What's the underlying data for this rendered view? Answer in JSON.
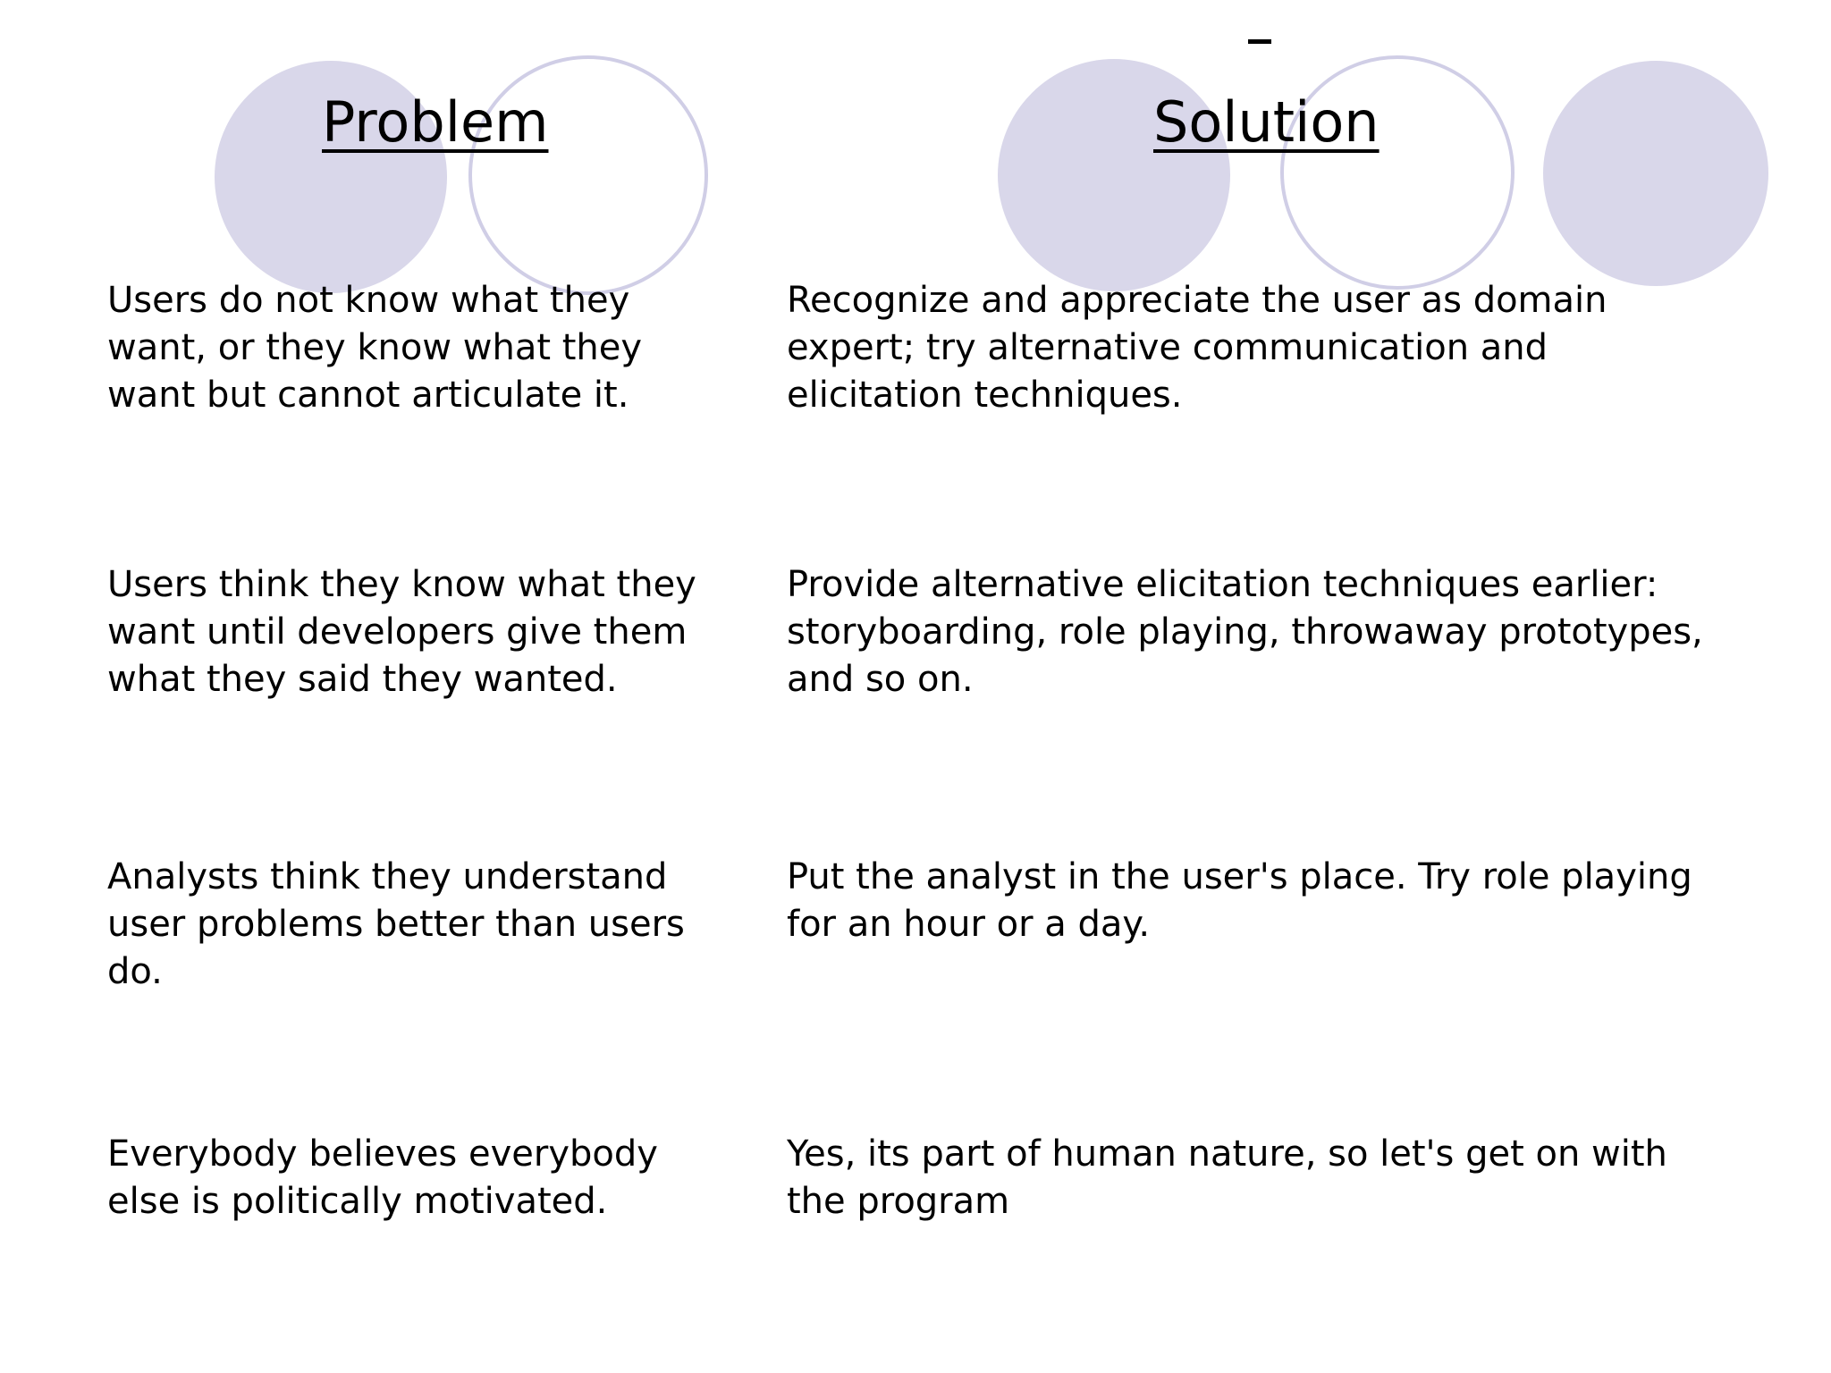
{
  "slide": {
    "background_color": "#ffffff",
    "accent_fill_color": "#D9D7EA",
    "accent_outline_color": "#D0CEE6",
    "text_color": "#000000"
  },
  "headings": {
    "left": "Problem",
    "right": "Solution"
  },
  "columns": {
    "problem": [
      "Users do not know what they want, or they know what they want but cannot articulate it.",
      "Users think they know what they want until developers give them what they said they wanted.",
      "Analysts think they understand user problems better than users do.",
      "Everybody believes everybody else is politically motivated."
    ],
    "solution": [
      "Recognize and appreciate the user as domain expert; try alternative communication and elicitation techniques.",
      "Provide alternative elicitation techniques earlier: storyboarding, role playing, throwaway prototypes, and so on.",
      "Put the analyst in the user's place. Try role playing for an hour or a day.",
      "Yes, its part of human nature, so let's get on with the program"
    ]
  },
  "decorations": {
    "left_circles": [
      "filled-circle",
      "outline-circle"
    ],
    "right_circles": [
      "filled-circle",
      "outline-circle",
      "filled-circle"
    ],
    "dash_mark": "dash-mark"
  }
}
